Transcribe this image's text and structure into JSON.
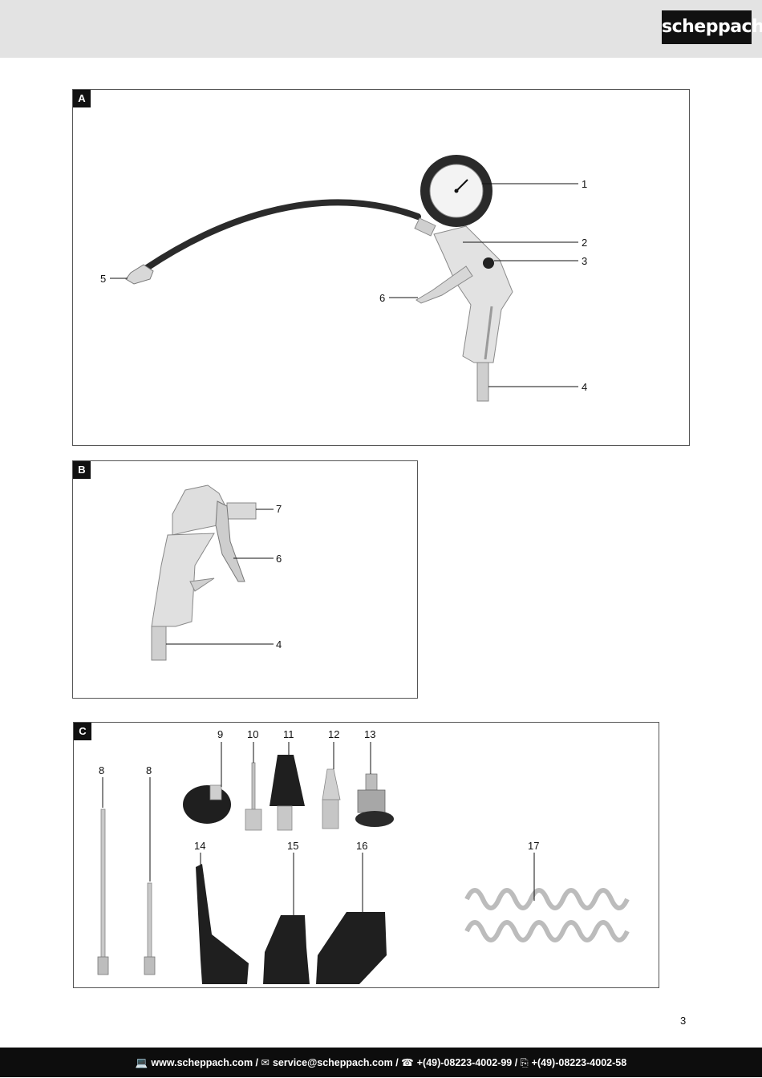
{
  "brand": {
    "logo_text": "scheppach"
  },
  "panels": {
    "a": {
      "tag": "A",
      "callouts": [
        "1",
        "2",
        "3",
        "4",
        "5",
        "6"
      ]
    },
    "b": {
      "tag": "B",
      "callouts": [
        "7",
        "6",
        "4"
      ]
    },
    "c": {
      "tag": "C",
      "callouts": [
        "8",
        "8",
        "9",
        "10",
        "11",
        "12",
        "13",
        "14",
        "15",
        "16",
        "17"
      ]
    }
  },
  "page_number": "3",
  "footer": {
    "website": "www.scheppach.com",
    "email": "service@scheppach.com",
    "phone": "+(49)-08223-4002-99",
    "fax": "+(49)-08223-4002-58",
    "separator": " / ",
    "icons": {
      "website": "computer-icon",
      "email": "mail-icon",
      "phone": "phone-icon",
      "fax": "fax-icon"
    }
  }
}
